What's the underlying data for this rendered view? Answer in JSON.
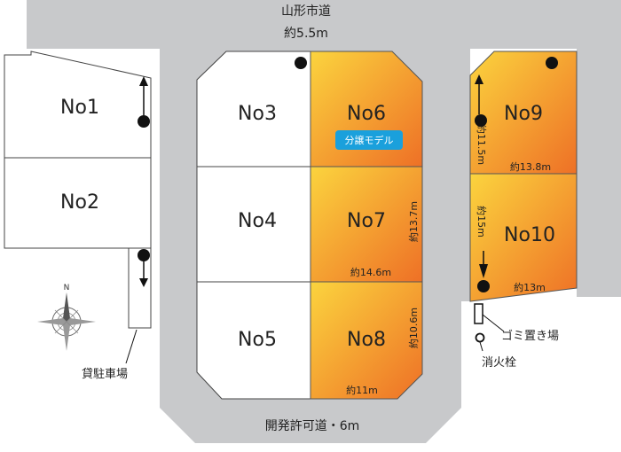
{
  "roads": {
    "top_name": "山形市道",
    "top_width": "約5.5m",
    "bottom_name": "開発許可道・6m"
  },
  "lots": {
    "no1": "No1",
    "no2": "No2",
    "no3": "No3",
    "no4": "No4",
    "no5": "No5",
    "no6": "No6",
    "no7": "No7",
    "no8": "No8",
    "no9": "No9",
    "no10": "No10"
  },
  "badge": "分譲モデル",
  "dimensions": {
    "no7_side": "約13.7m",
    "no7_bottom": "約14.6m",
    "no8_side": "約10.6m",
    "no8_bottom": "約11m",
    "no9_side": "約11.5m",
    "no9_bottom": "約13.8m",
    "no10_side": "約15m",
    "no10_bottom": "約13m"
  },
  "annotations": {
    "parking": "貸駐車場",
    "garbage": "ゴミ置き場",
    "hydrant": "消火栓",
    "north": "N"
  },
  "colors": {
    "road": "#c8c9cb",
    "lot_orange_light": "#f9c43a",
    "lot_orange_dark": "#ef7a28",
    "badge": "#1aa0dc"
  }
}
